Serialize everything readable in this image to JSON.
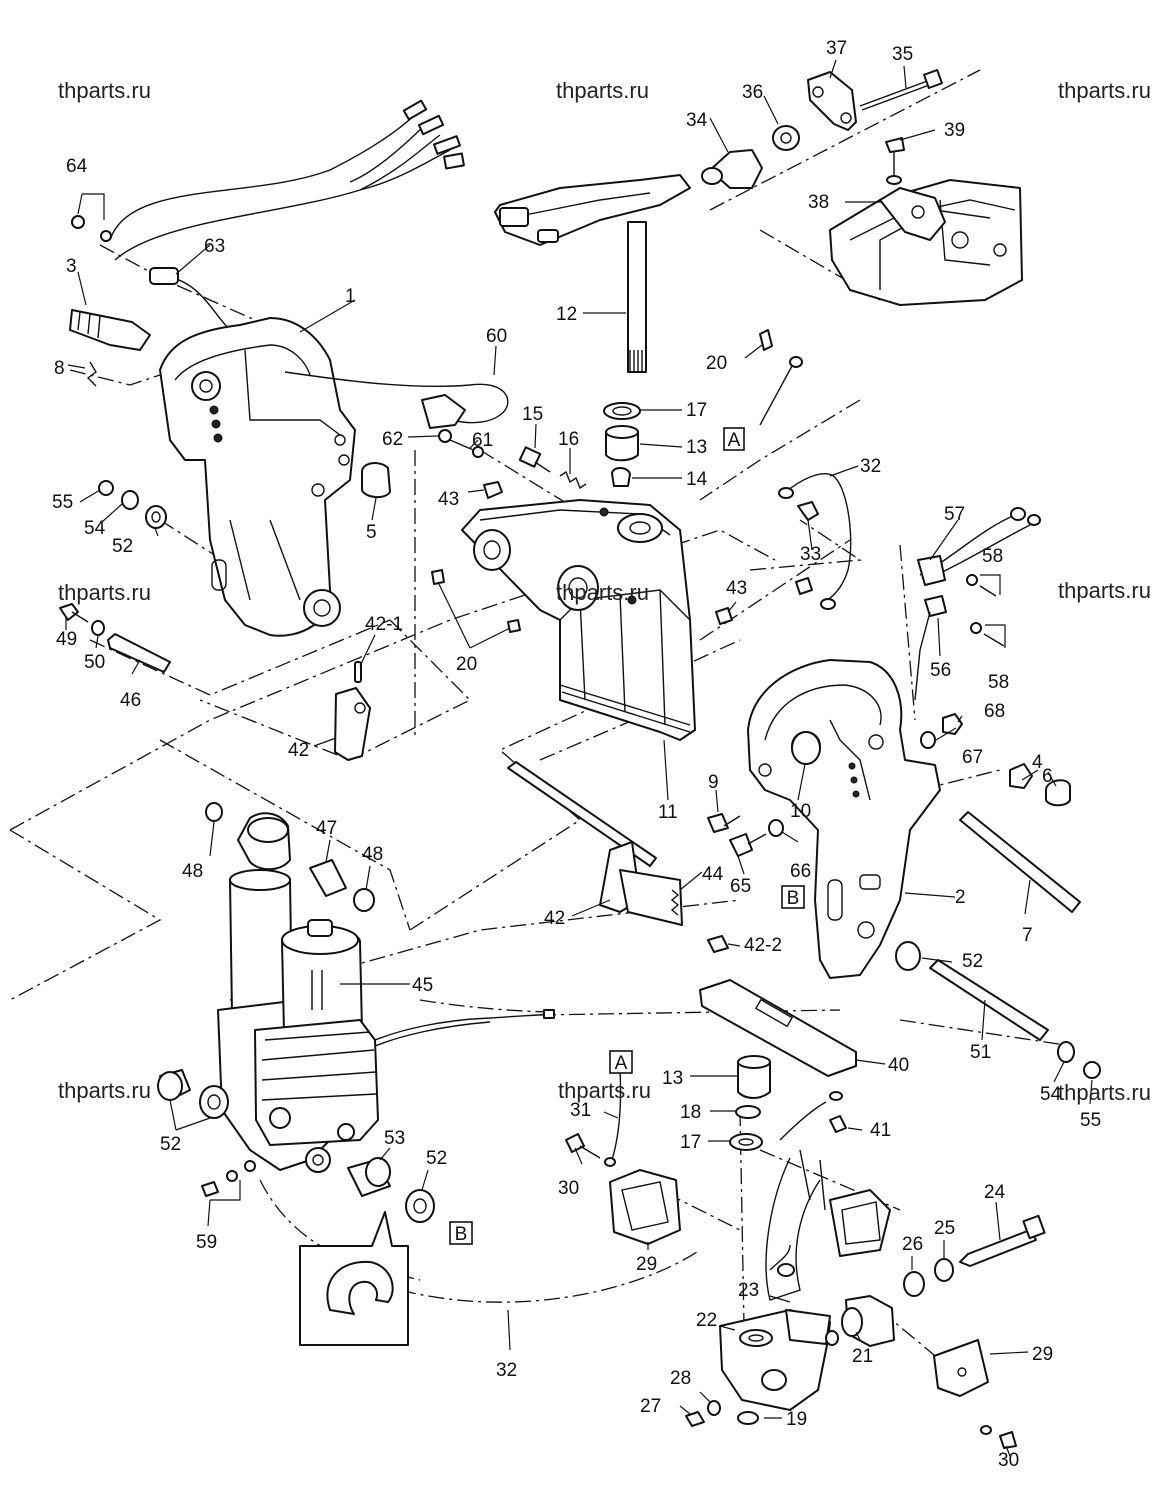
{
  "watermark": "thparts.ru",
  "callouts": [
    {
      "id": "1",
      "text": "1"
    },
    {
      "id": "2",
      "text": "2"
    },
    {
      "id": "3",
      "text": "3"
    },
    {
      "id": "4",
      "text": "4"
    },
    {
      "id": "5",
      "text": "5"
    },
    {
      "id": "6",
      "text": "6"
    },
    {
      "id": "7",
      "text": "7"
    },
    {
      "id": "8",
      "text": "8"
    },
    {
      "id": "9",
      "text": "9"
    },
    {
      "id": "10",
      "text": "10"
    },
    {
      "id": "11",
      "text": "11"
    },
    {
      "id": "12",
      "text": "12"
    },
    {
      "id": "13a",
      "text": "13"
    },
    {
      "id": "13b",
      "text": "13"
    },
    {
      "id": "14",
      "text": "14"
    },
    {
      "id": "15",
      "text": "15"
    },
    {
      "id": "16",
      "text": "16"
    },
    {
      "id": "17a",
      "text": "17"
    },
    {
      "id": "17b",
      "text": "17"
    },
    {
      "id": "18",
      "text": "18"
    },
    {
      "id": "19",
      "text": "19"
    },
    {
      "id": "20a",
      "text": "20"
    },
    {
      "id": "20b",
      "text": "20"
    },
    {
      "id": "21",
      "text": "21"
    },
    {
      "id": "22",
      "text": "22"
    },
    {
      "id": "23",
      "text": "23"
    },
    {
      "id": "24",
      "text": "24"
    },
    {
      "id": "25",
      "text": "25"
    },
    {
      "id": "26",
      "text": "26"
    },
    {
      "id": "27",
      "text": "27"
    },
    {
      "id": "28",
      "text": "28"
    },
    {
      "id": "29a",
      "text": "29"
    },
    {
      "id": "29b",
      "text": "29"
    },
    {
      "id": "30a",
      "text": "30"
    },
    {
      "id": "30b",
      "text": "30"
    },
    {
      "id": "31",
      "text": "31"
    },
    {
      "id": "32a",
      "text": "32"
    },
    {
      "id": "32b",
      "text": "32"
    },
    {
      "id": "33",
      "text": "33"
    },
    {
      "id": "34",
      "text": "34"
    },
    {
      "id": "35",
      "text": "35"
    },
    {
      "id": "36",
      "text": "36"
    },
    {
      "id": "37",
      "text": "37"
    },
    {
      "id": "38",
      "text": "38"
    },
    {
      "id": "39",
      "text": "39"
    },
    {
      "id": "40",
      "text": "40"
    },
    {
      "id": "41",
      "text": "41"
    },
    {
      "id": "42",
      "text": "42"
    },
    {
      "id": "42b",
      "text": "42"
    },
    {
      "id": "42-1",
      "text": "42-1"
    },
    {
      "id": "42-2",
      "text": "42-2"
    },
    {
      "id": "43a",
      "text": "43"
    },
    {
      "id": "43b",
      "text": "43"
    },
    {
      "id": "44",
      "text": "44"
    },
    {
      "id": "45",
      "text": "45"
    },
    {
      "id": "46",
      "text": "46"
    },
    {
      "id": "47",
      "text": "47"
    },
    {
      "id": "48a",
      "text": "48"
    },
    {
      "id": "48b",
      "text": "48"
    },
    {
      "id": "49",
      "text": "49"
    },
    {
      "id": "50",
      "text": "50"
    },
    {
      "id": "51",
      "text": "51"
    },
    {
      "id": "52a",
      "text": "52"
    },
    {
      "id": "52b",
      "text": "52"
    },
    {
      "id": "52c",
      "text": "52"
    },
    {
      "id": "52d",
      "text": "52"
    },
    {
      "id": "53",
      "text": "53"
    },
    {
      "id": "54a",
      "text": "54"
    },
    {
      "id": "54b",
      "text": "54"
    },
    {
      "id": "55a",
      "text": "55"
    },
    {
      "id": "55b",
      "text": "55"
    },
    {
      "id": "56",
      "text": "56"
    },
    {
      "id": "57",
      "text": "57"
    },
    {
      "id": "58a",
      "text": "58"
    },
    {
      "id": "58b",
      "text": "58"
    },
    {
      "id": "59",
      "text": "59"
    },
    {
      "id": "60",
      "text": "60"
    },
    {
      "id": "61",
      "text": "61"
    },
    {
      "id": "62",
      "text": "62"
    },
    {
      "id": "63",
      "text": "63"
    },
    {
      "id": "64",
      "text": "64"
    },
    {
      "id": "65",
      "text": "65"
    },
    {
      "id": "66",
      "text": "66"
    },
    {
      "id": "67",
      "text": "67"
    },
    {
      "id": "68",
      "text": "68"
    }
  ],
  "ref_boxes": [
    {
      "id": "A1",
      "text": "A"
    },
    {
      "id": "A2",
      "text": "A"
    },
    {
      "id": "B1",
      "text": "B"
    },
    {
      "id": "B2",
      "text": "B"
    }
  ]
}
